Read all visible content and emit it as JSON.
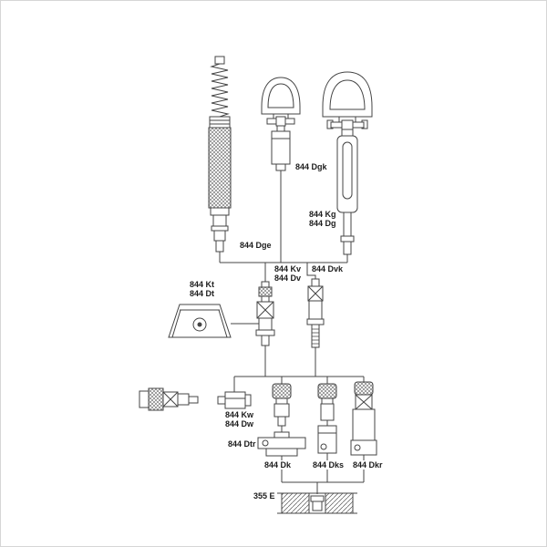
{
  "diagram": {
    "background": "#ffffff",
    "line_color": "#444444",
    "labels": {
      "dgk": "844 Dgk",
      "kg": "844 Kg",
      "dg": "844 Dg",
      "dge": "844 Dge",
      "kv": "844 Kv",
      "dv": "844 Dv",
      "dvk": "844 Dvk",
      "kt": "844 Kt",
      "dt": "844 Dt",
      "kw": "844 Kw",
      "dw": "844 Dw",
      "dtr": "844 Dtr",
      "dk": "844 Dk",
      "dks": "844 Dks",
      "dkr": "844 Dkr",
      "e355": "355 E"
    }
  }
}
